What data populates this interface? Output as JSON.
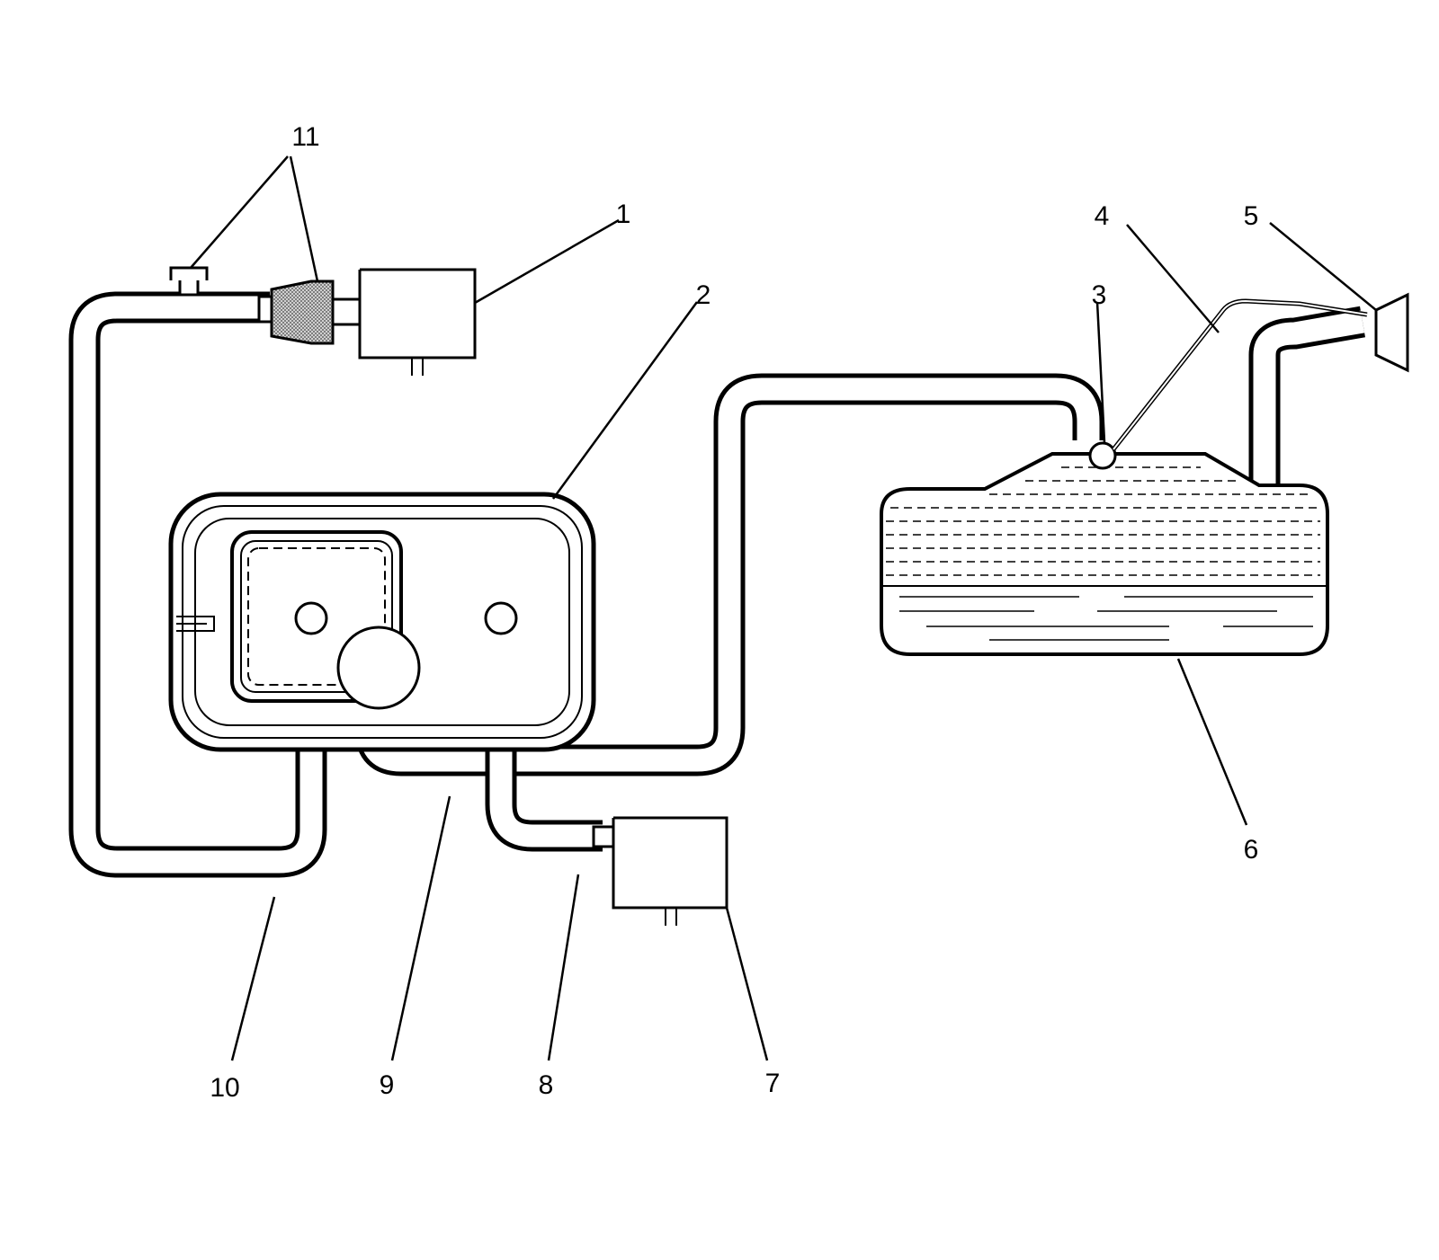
{
  "callouts": [
    {
      "id": "1",
      "text": "1"
    },
    {
      "id": "2",
      "text": "2"
    },
    {
      "id": "3",
      "text": "3"
    },
    {
      "id": "4",
      "text": "4"
    },
    {
      "id": "5",
      "text": "5"
    },
    {
      "id": "6",
      "text": "6"
    },
    {
      "id": "7",
      "text": "7"
    },
    {
      "id": "8",
      "text": "8"
    },
    {
      "id": "9",
      "text": "9"
    },
    {
      "id": "10",
      "text": "10"
    },
    {
      "id": "11",
      "text": "11"
    }
  ],
  "colors": {
    "line": "#000000",
    "background": "#ffffff",
    "filter_fill": "#9a9a9a"
  }
}
